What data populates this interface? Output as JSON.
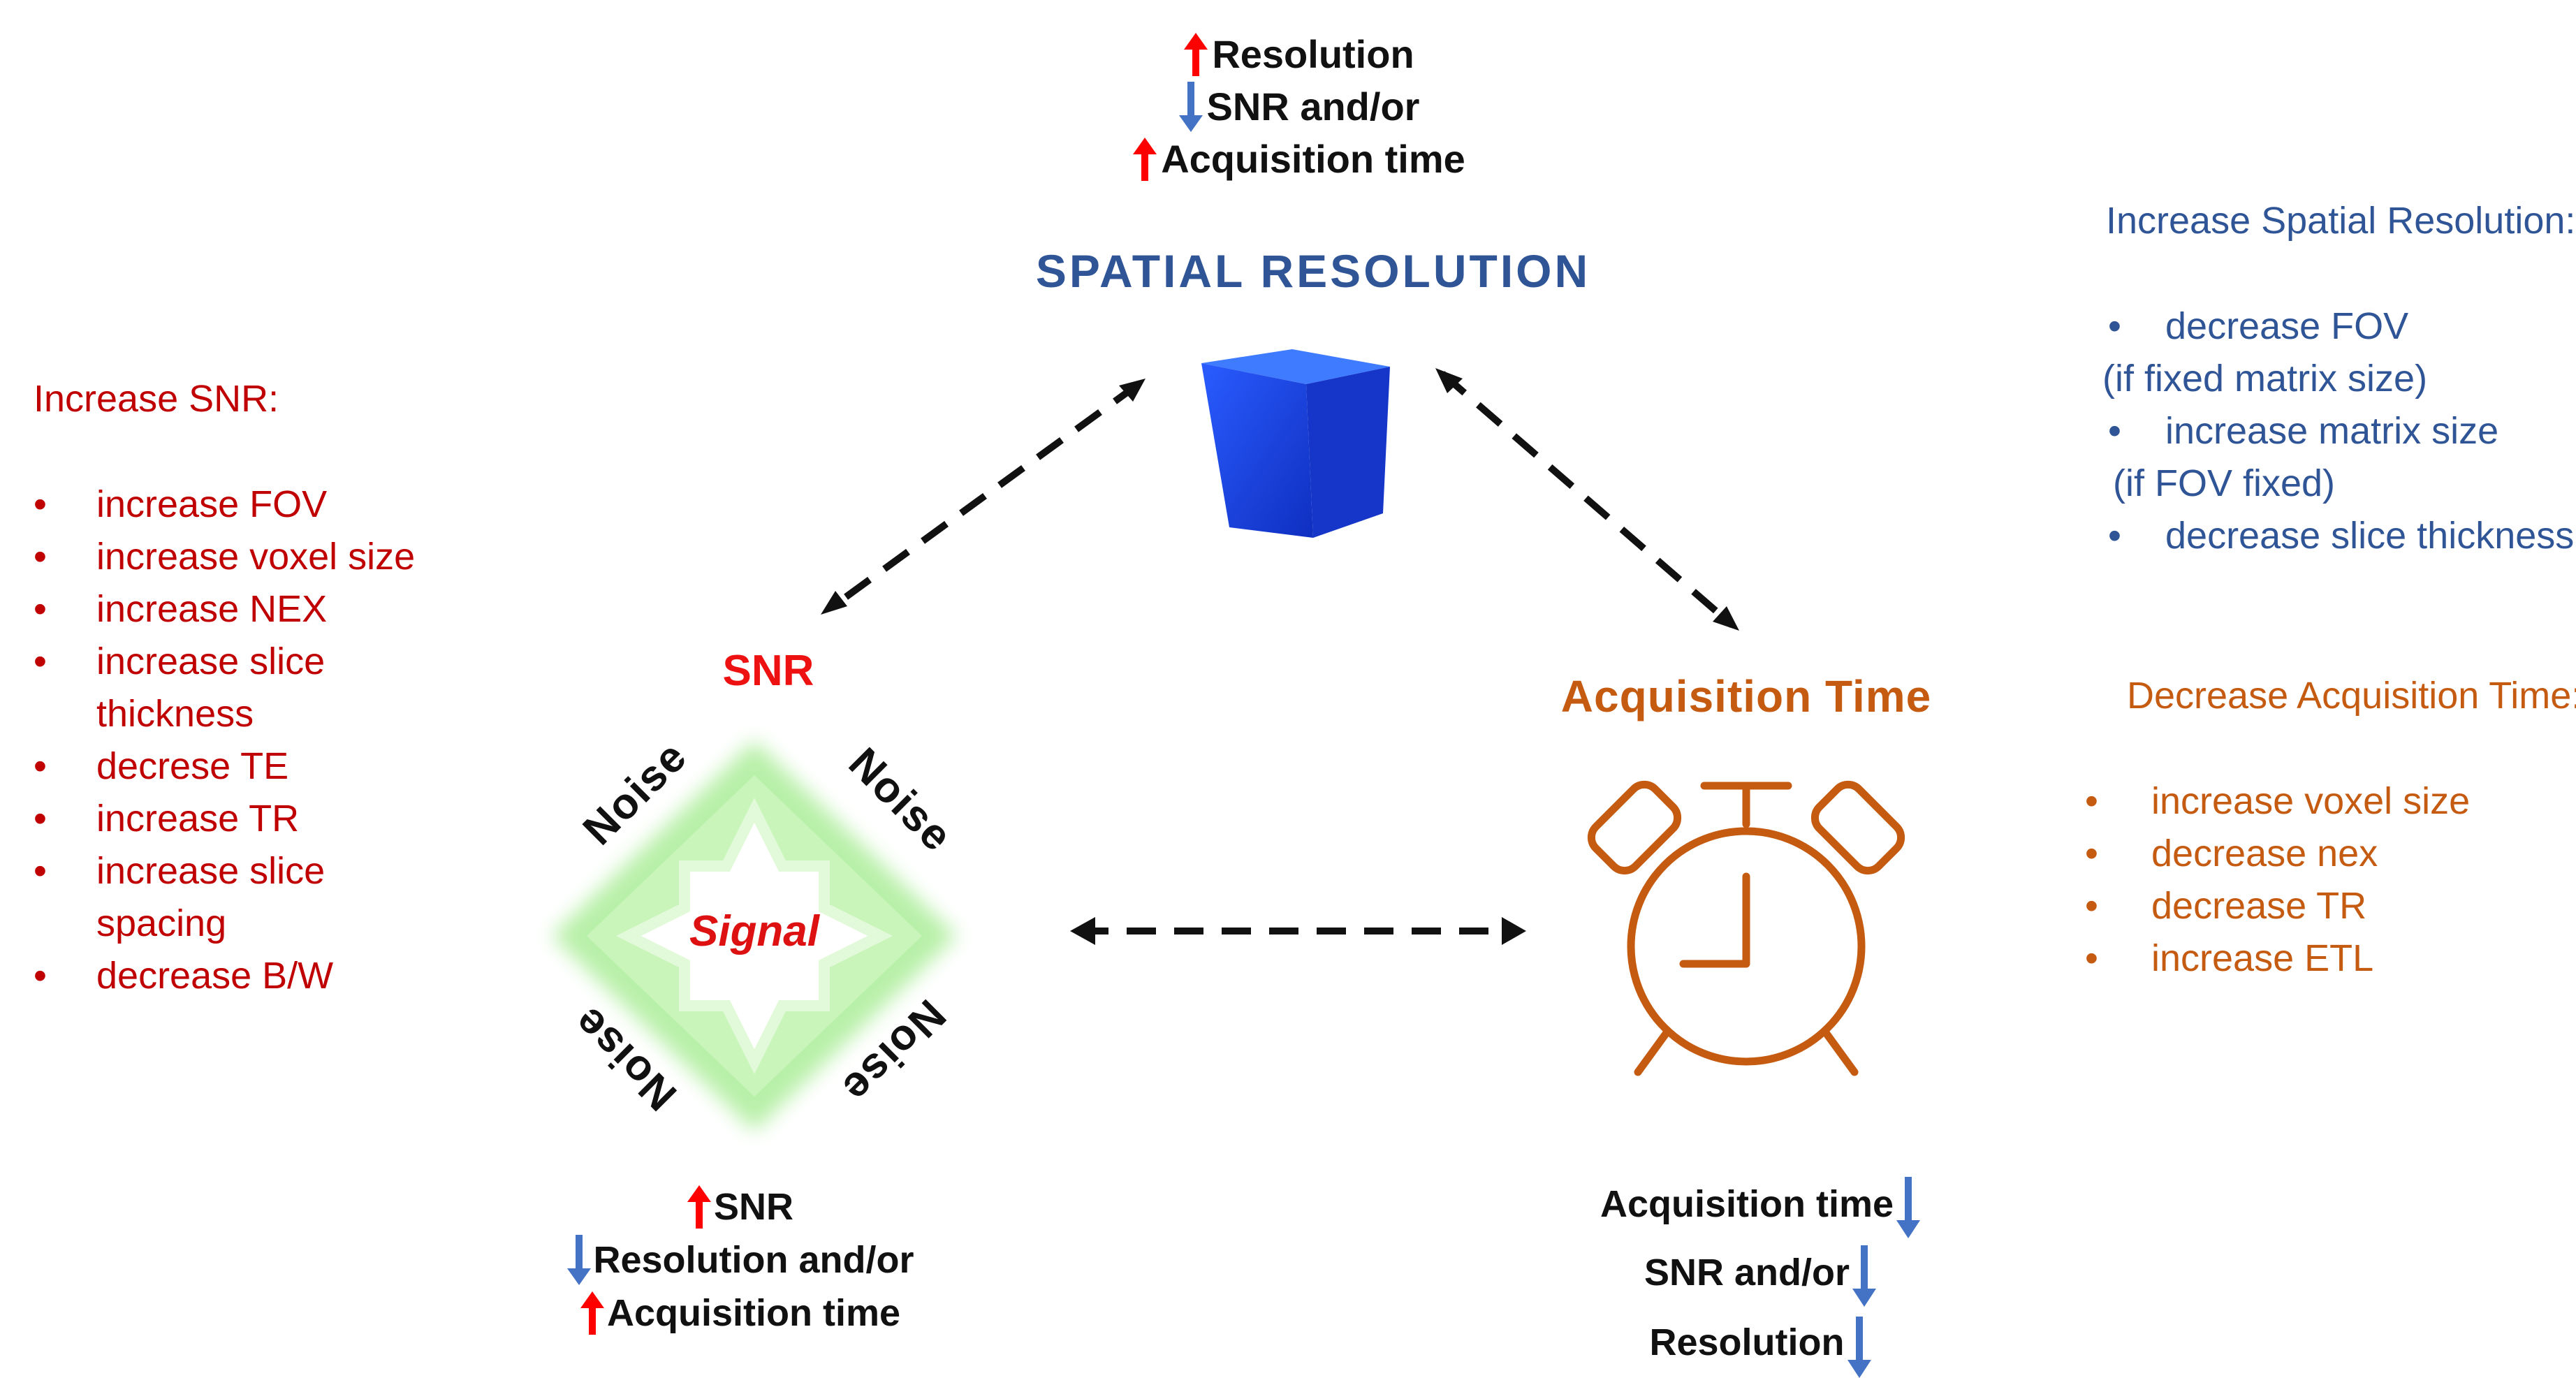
{
  "colors": {
    "red": "#c00000",
    "blue": "#2f5597",
    "orange": "#c55a11",
    "arrow_up": "#ff0000",
    "arrow_down": "#4472c4",
    "cube": "#1f45e0",
    "signal_glow": "#b8f0a8"
  },
  "spatial": {
    "title": "SPATIAL RESOLUTION",
    "tradeoff": [
      "Resolution",
      "SNR and/or",
      "Acquisition time"
    ]
  },
  "snr": {
    "title": "SNR",
    "signal_label": "Signal",
    "noise_label": "Noise",
    "tradeoff": [
      "SNR",
      "Resolution and/or",
      "Acquisition time"
    ]
  },
  "acq": {
    "title": "Acquisition Time",
    "tradeoff": [
      "Acquisition time",
      "SNR and/or",
      "Resolution"
    ]
  },
  "increase_snr": {
    "title": "Increase SNR:",
    "items": [
      [
        "increase FOV"
      ],
      [
        "increase voxel size"
      ],
      [
        "increase NEX"
      ],
      [
        "increase slice",
        "thickness"
      ],
      [
        "decrese TE"
      ],
      [
        "increase TR"
      ],
      [
        "increase slice",
        "spacing"
      ],
      [
        "decrease B/W"
      ]
    ]
  },
  "increase_res": {
    "title": "Increase  Spatial Resolution:",
    "items": [
      "decrease FOV",
      "(if fixed matrix size)",
      "increase matrix size",
      " (if FOV fixed)",
      "decrease slice thickness"
    ]
  },
  "decrease_acq": {
    "title": "Decrease Acquisition Time:",
    "items": [
      "increase voxel size",
      "decrease nex",
      "decrease TR",
      "increase ETL"
    ]
  },
  "icons": [
    "arrow-up-icon",
    "arrow-down-icon",
    "cube-icon",
    "alarm-clock-icon",
    "signal-diamond-icon",
    "double-arrow-icon"
  ]
}
